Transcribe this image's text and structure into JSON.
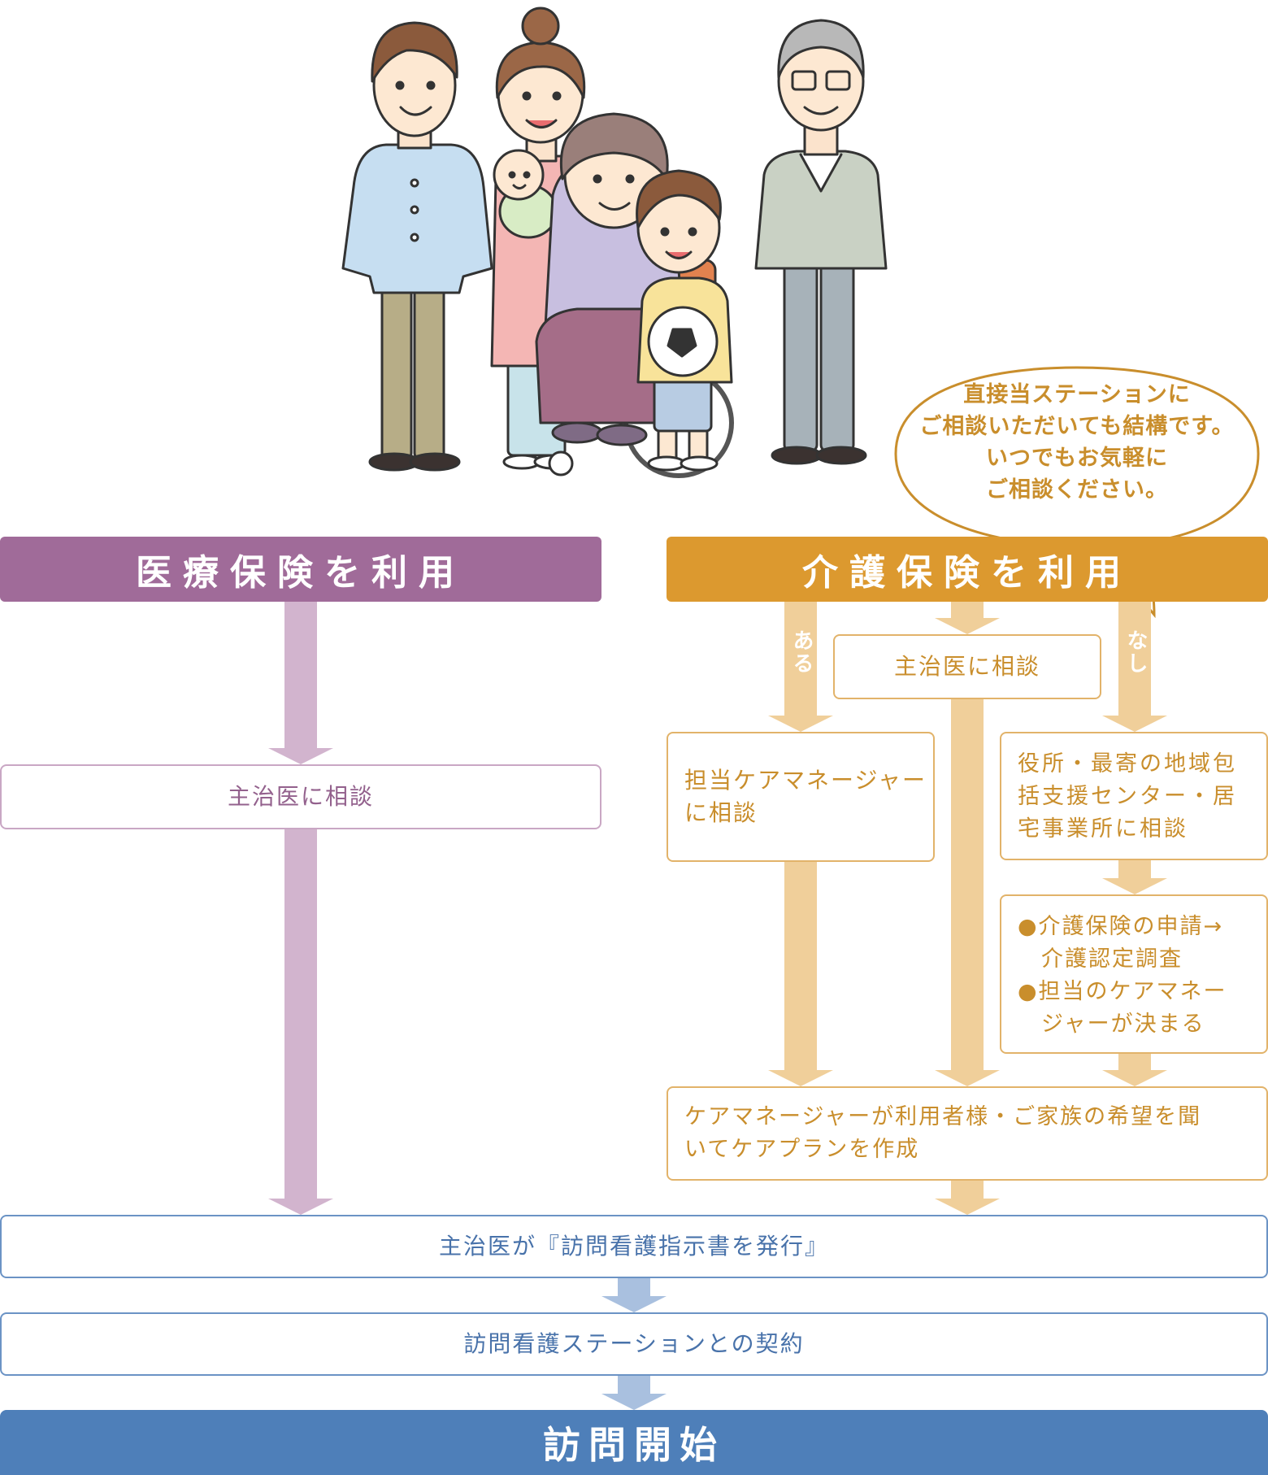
{
  "colors": {
    "medical": "#a06b99",
    "medical_light": "#d2b4ce",
    "care": "#dc992f",
    "care_light": "#f0cf9a",
    "common": "#4e7fb9",
    "common_light": "#a9c0df",
    "care_text": "#c98e2c",
    "medical_text": "#93618d",
    "common_text": "#4872aa"
  },
  "illustration": {
    "name": "family-with-wheelchair-illustration"
  },
  "bubble": {
    "lines": [
      "直接当ステーションに",
      "ご相談いただいても結構です。",
      "いつでもお気軽に",
      "ご相談ください。"
    ]
  },
  "medical": {
    "header": "医療保険を利用",
    "consult": "主治医に相談"
  },
  "care": {
    "header": "介護保険を利用",
    "label_yes": "ある",
    "label_no": "なし",
    "doctor": "主治医に相談",
    "manager_box": [
      "担当ケアマネージャー",
      "に相談"
    ],
    "office_box": [
      "役所・最寄の地域包",
      "括支援センター・居",
      "宅事業所に相談"
    ],
    "apply_box": [
      "●介護保険の申請→",
      "　介護認定調査",
      "●担当のケアマネー",
      "　ジャーが決まる"
    ],
    "plan_box": [
      "ケアマネージャーが利用者様・ご家族の希望を聞",
      "いてケアプランを作成"
    ]
  },
  "common": {
    "order": "主治医が『訪問看護指示書を発行』",
    "contract": "訪問看護ステーションとの契約",
    "start": "訪問開始"
  }
}
